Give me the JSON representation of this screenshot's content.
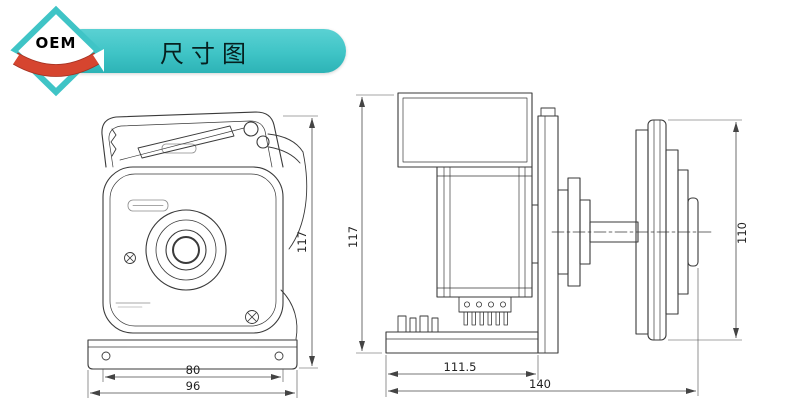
{
  "badge": {
    "label": "OEM"
  },
  "banner": {
    "title": "尺寸图"
  },
  "colors": {
    "accent": "#3fc4c6",
    "ribbon": "#d6452f",
    "line": "#3a3a3a",
    "dim": "#4a4a4a"
  },
  "drawing": {
    "front_view": {
      "dims": {
        "height": "117",
        "width_inner": "80",
        "width_outer": "96"
      }
    },
    "side_view": {
      "dims": {
        "height_left": "117",
        "height_right": "110",
        "depth_inner": "111.5",
        "depth_outer": "140"
      }
    }
  }
}
